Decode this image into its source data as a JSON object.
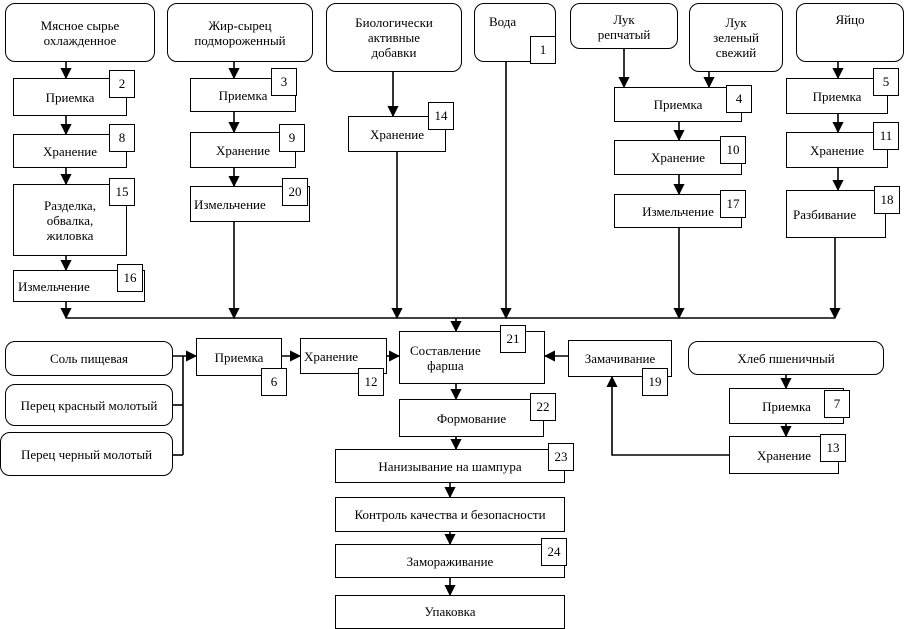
{
  "diagram": {
    "raw_materials": {
      "meat": "Мясное сырье\nохлажденное",
      "fat": "Жир-сырец\nподмороженный",
      "bio": "Биологически\nактивные\nдобавки",
      "water": "Вода",
      "onion_bulb": "Лук\nрепчатый",
      "onion_green": "Лук\nзеленый\nсвежий",
      "egg": "Яйцо",
      "salt": "Соль пищевая",
      "pepper_red": "Перец красный молотый",
      "pepper_black": "Перец черный молотый",
      "bread": "Хлеб пшеничный"
    },
    "steps": {
      "meat_receive": "Приемка",
      "meat_store": "Хранение",
      "meat_cut": "Разделка,\nобвалка,\nжиловка",
      "meat_grind": "Измельчение",
      "fat_receive": "Приемка",
      "fat_store": "Хранение",
      "fat_grind": "Измельчение",
      "bio_store": "Хранение",
      "onion_receive": "Приемка",
      "onion_store": "Хранение",
      "onion_grind": "Измельчение",
      "egg_receive": "Приемка",
      "egg_store": "Хранение",
      "egg_break": "Разбивание",
      "spice_receive": "Приемка",
      "spice_store": "Хранение",
      "mince": "Составление\nфарша",
      "soak": "Замачивание",
      "bread_receive": "Приемка",
      "bread_store": "Хранение",
      "forming": "Формование",
      "skewer": "Нанизывание на шампура",
      "quality": "Контроль качества и безопасности",
      "freeze": "Замораживание",
      "pack": "Упаковка"
    },
    "numbers": {
      "water": "1",
      "meat_receive": "2",
      "fat_receive": "3",
      "onion_receive": "4",
      "egg_receive": "5",
      "spice_receive": "6",
      "bread_receive": "7",
      "meat_store": "8",
      "fat_store": "9",
      "onion_store": "10",
      "egg_store": "11",
      "spice_store": "12",
      "bread_store": "13",
      "bio_store": "14",
      "meat_cut": "15",
      "meat_grind": "16",
      "onion_grind": "17",
      "egg_break": "18",
      "soak": "19",
      "fat_grind": "20",
      "mince": "21",
      "forming": "22",
      "skewer": "23",
      "freeze": "24"
    }
  }
}
